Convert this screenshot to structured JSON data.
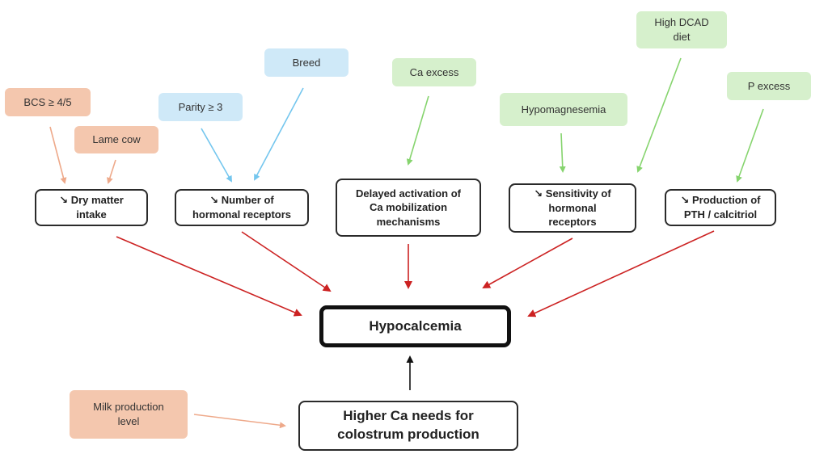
{
  "colors": {
    "patient_factor": "#f4c7ae",
    "genetic_factor": "#cfe9f8",
    "dietary_factor": "#d6f0cc",
    "arrow_orange": "#eea98a",
    "arrow_blue": "#74c6ee",
    "arrow_green": "#86d46e",
    "arrow_red": "#cc2222",
    "arrow_black": "#111111"
  },
  "factors": {
    "bcs": "BCS ≥ 4/5",
    "lame_cow": "Lame cow",
    "parity": "Parity ≥ 3",
    "breed": "Breed",
    "ca_excess": "Ca excess",
    "hypomagnesemia": "Hypomagnesemia",
    "high_dcad": "High DCAD\ndiet",
    "p_excess": "P excess",
    "milk_production": "Milk production\nlevel"
  },
  "mechanisms": {
    "dry_matter": "↘ Dry matter\nintake",
    "receptors_number": "↘ Number of\nhormonal receptors",
    "delayed_activation": "Delayed activation of\nCa mobilization\nmechanisms",
    "receptor_sensitivity": "↘ Sensitivity of\nhormonal\nreceptors",
    "pth_production": "↘ Production of\nPTH / calcitriol"
  },
  "outcome": "Hypocalcemia",
  "colostrum": "Higher Ca needs for\ncolostrum production"
}
